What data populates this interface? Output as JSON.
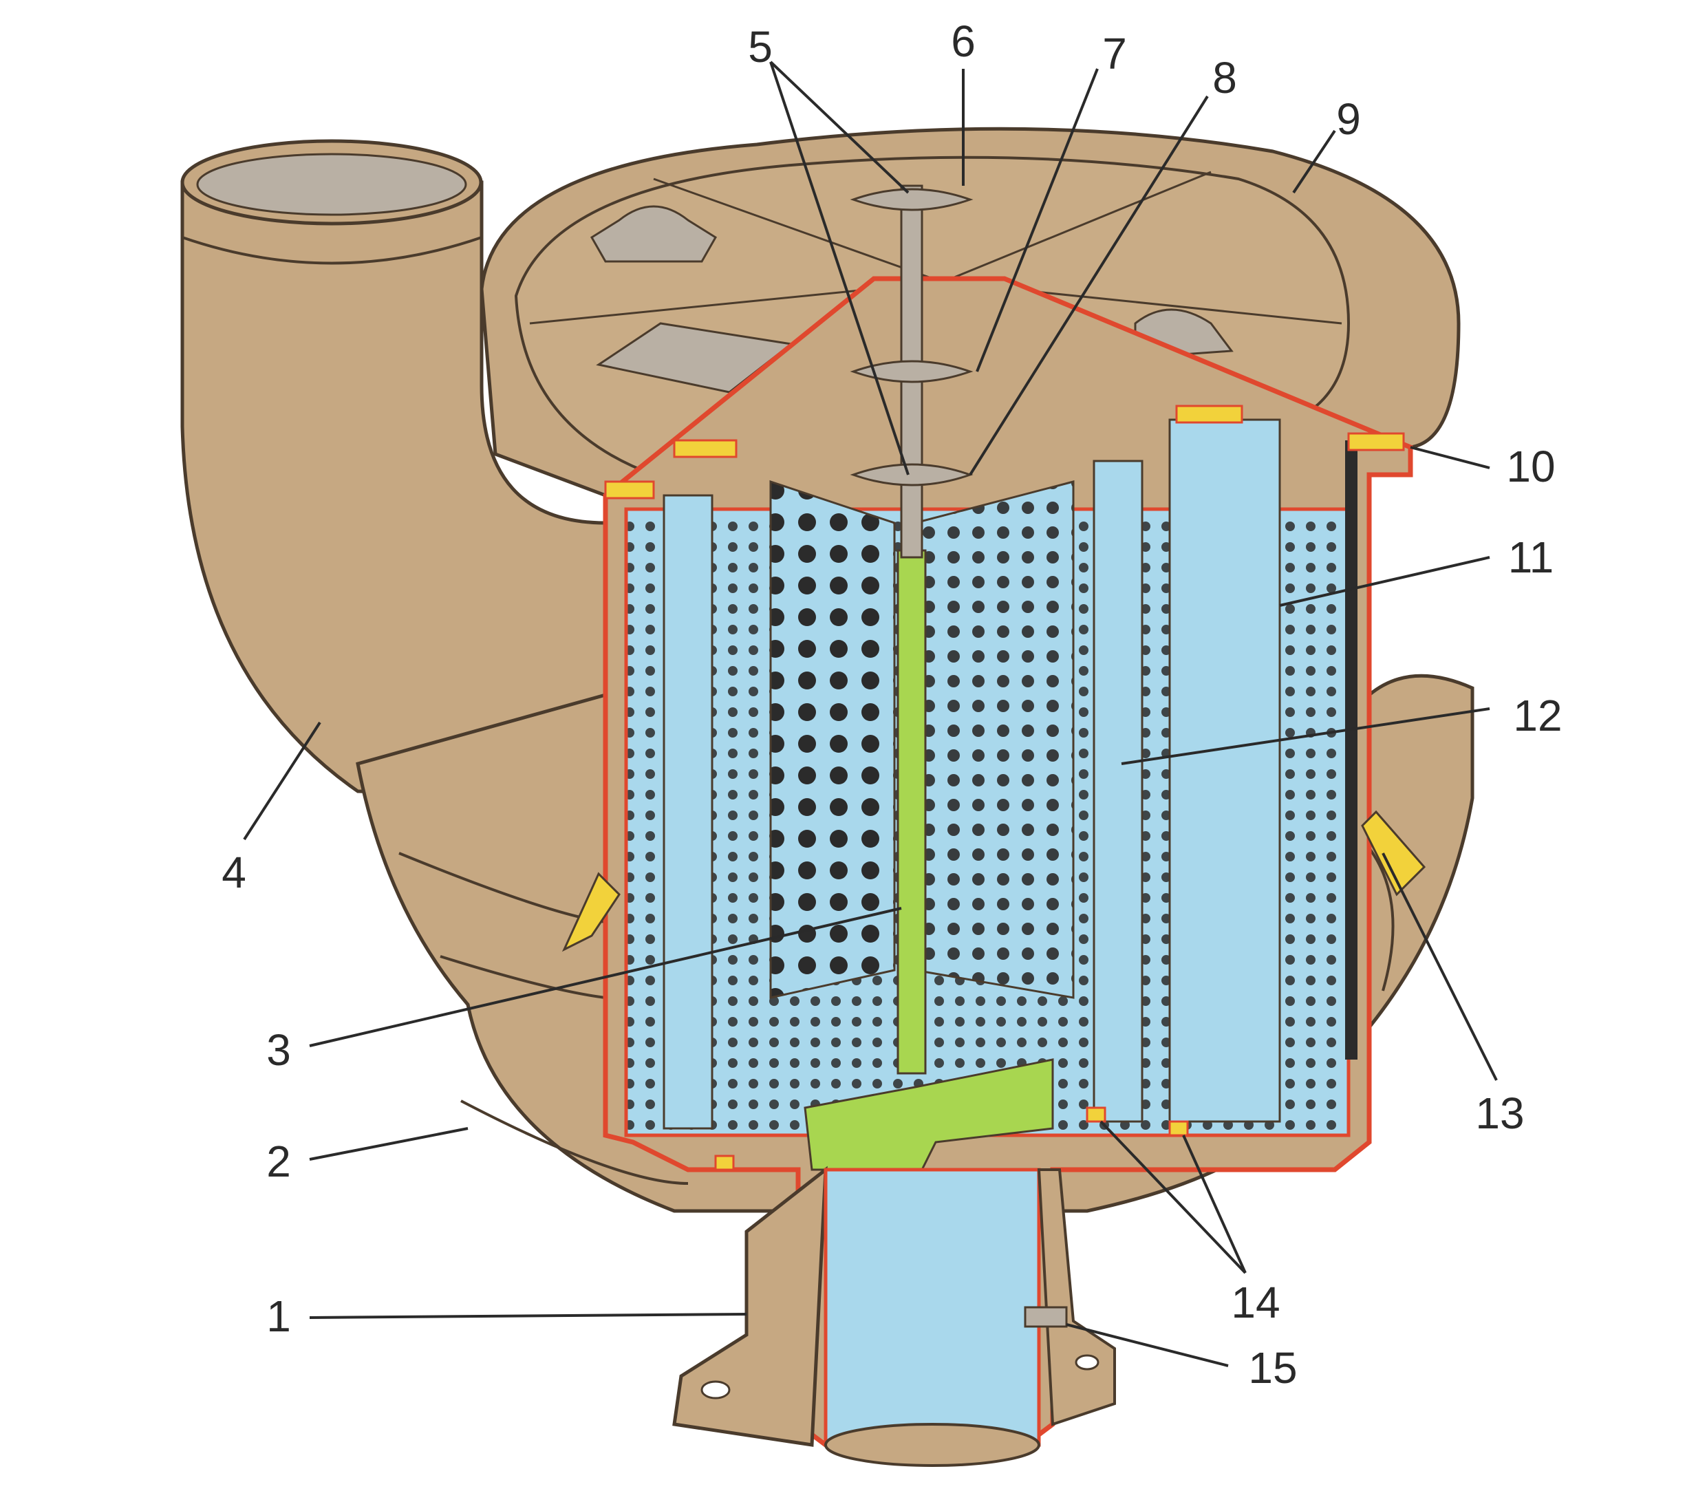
{
  "callouts": [
    {
      "id": "1",
      "label": "1"
    },
    {
      "id": "2",
      "label": "2"
    },
    {
      "id": "3",
      "label": "3"
    },
    {
      "id": "4",
      "label": "4"
    },
    {
      "id": "5",
      "label": "5"
    },
    {
      "id": "6",
      "label": "6"
    },
    {
      "id": "7",
      "label": "7"
    },
    {
      "id": "8",
      "label": "8"
    },
    {
      "id": "9",
      "label": "9"
    },
    {
      "id": "10",
      "label": "10"
    },
    {
      "id": "11",
      "label": "11"
    },
    {
      "id": "12",
      "label": "12"
    },
    {
      "id": "13",
      "label": "13"
    },
    {
      "id": "14",
      "label": "14"
    },
    {
      "id": "15",
      "label": "15"
    }
  ],
  "colors": {
    "housing": "#c6a882",
    "housing_shadow": "#a98b68",
    "housing_outline": "#4a3b2c",
    "cut_edge": "#e0482e",
    "filter_fill": "#a9d8ec",
    "perforation": "#2b2b2b",
    "center_rod": "#a8d650",
    "seal": "#f2d23b",
    "metal": "#b9b0a4"
  }
}
